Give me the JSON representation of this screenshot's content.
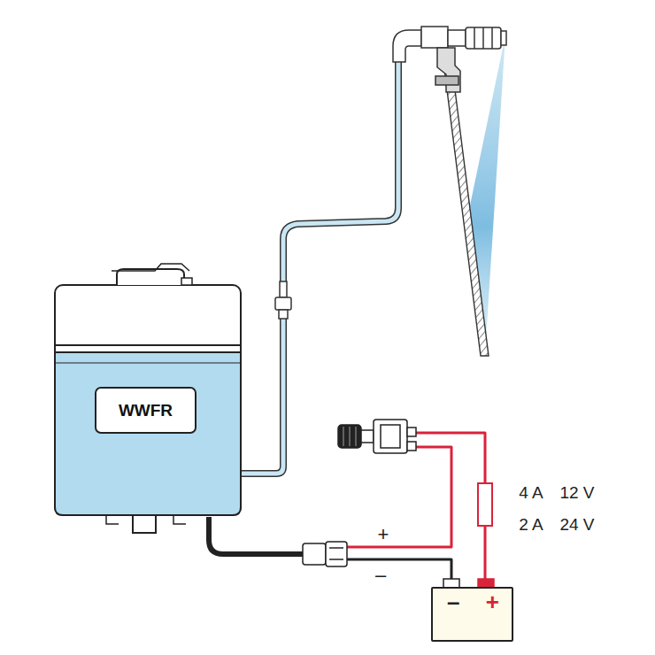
{
  "diagram": {
    "nodes": [
      {
        "text": [
          "WWFR"
        ]
      },
      {
        "text": [
          "–",
          "+"
        ]
      }
    ],
    "labels": [
      "+",
      "–",
      "4 A",
      "12 V",
      "2 A",
      "24 V"
    ]
  }
}
